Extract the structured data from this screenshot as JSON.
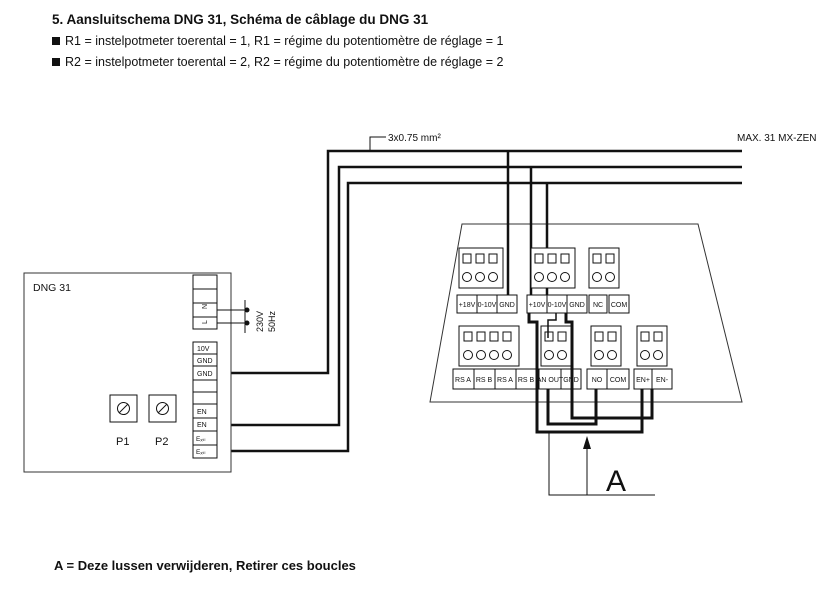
{
  "heading": "5. Aansluitschema DNG 31, Schéma de câblage du DNG 31",
  "notes": [
    "R1 = instelpotmeter toerental = 1, R1 = régime du potentiomètre de réglage = 1",
    "R2 = instelpotmeter toerental = 2, R2 = régime du potentiomètre de réglage = 2"
  ],
  "footnote": "A = Deze lussen verwijderen, Retirer ces boucles",
  "diagram": {
    "cable_label": "3x0.75 mm²",
    "max_label": "MAX. 31 MX-ZEN",
    "dng31": {
      "title": "DNG 31",
      "power_terminals": [
        "N",
        "L"
      ],
      "voltage": "230V",
      "frequency": "50Hz",
      "terminals": [
        "10V",
        "GND",
        "GND",
        "EN",
        "EN",
        "Eₓₜₗ",
        "Eₓₜₗ"
      ],
      "pot1": "P1",
      "pot2": "P2"
    },
    "receiver": {
      "top_terminals": [
        "+18V",
        "0-10V",
        "GND",
        "+10V",
        "0-10V",
        "GND",
        "NC",
        "COM"
      ],
      "bottom_terminals": [
        "RS A",
        "RS B",
        "RS A",
        "RS B",
        "AN OUT",
        "GND",
        "NO",
        "COM",
        "EN+",
        "EN-"
      ]
    },
    "loop_label": "A"
  }
}
